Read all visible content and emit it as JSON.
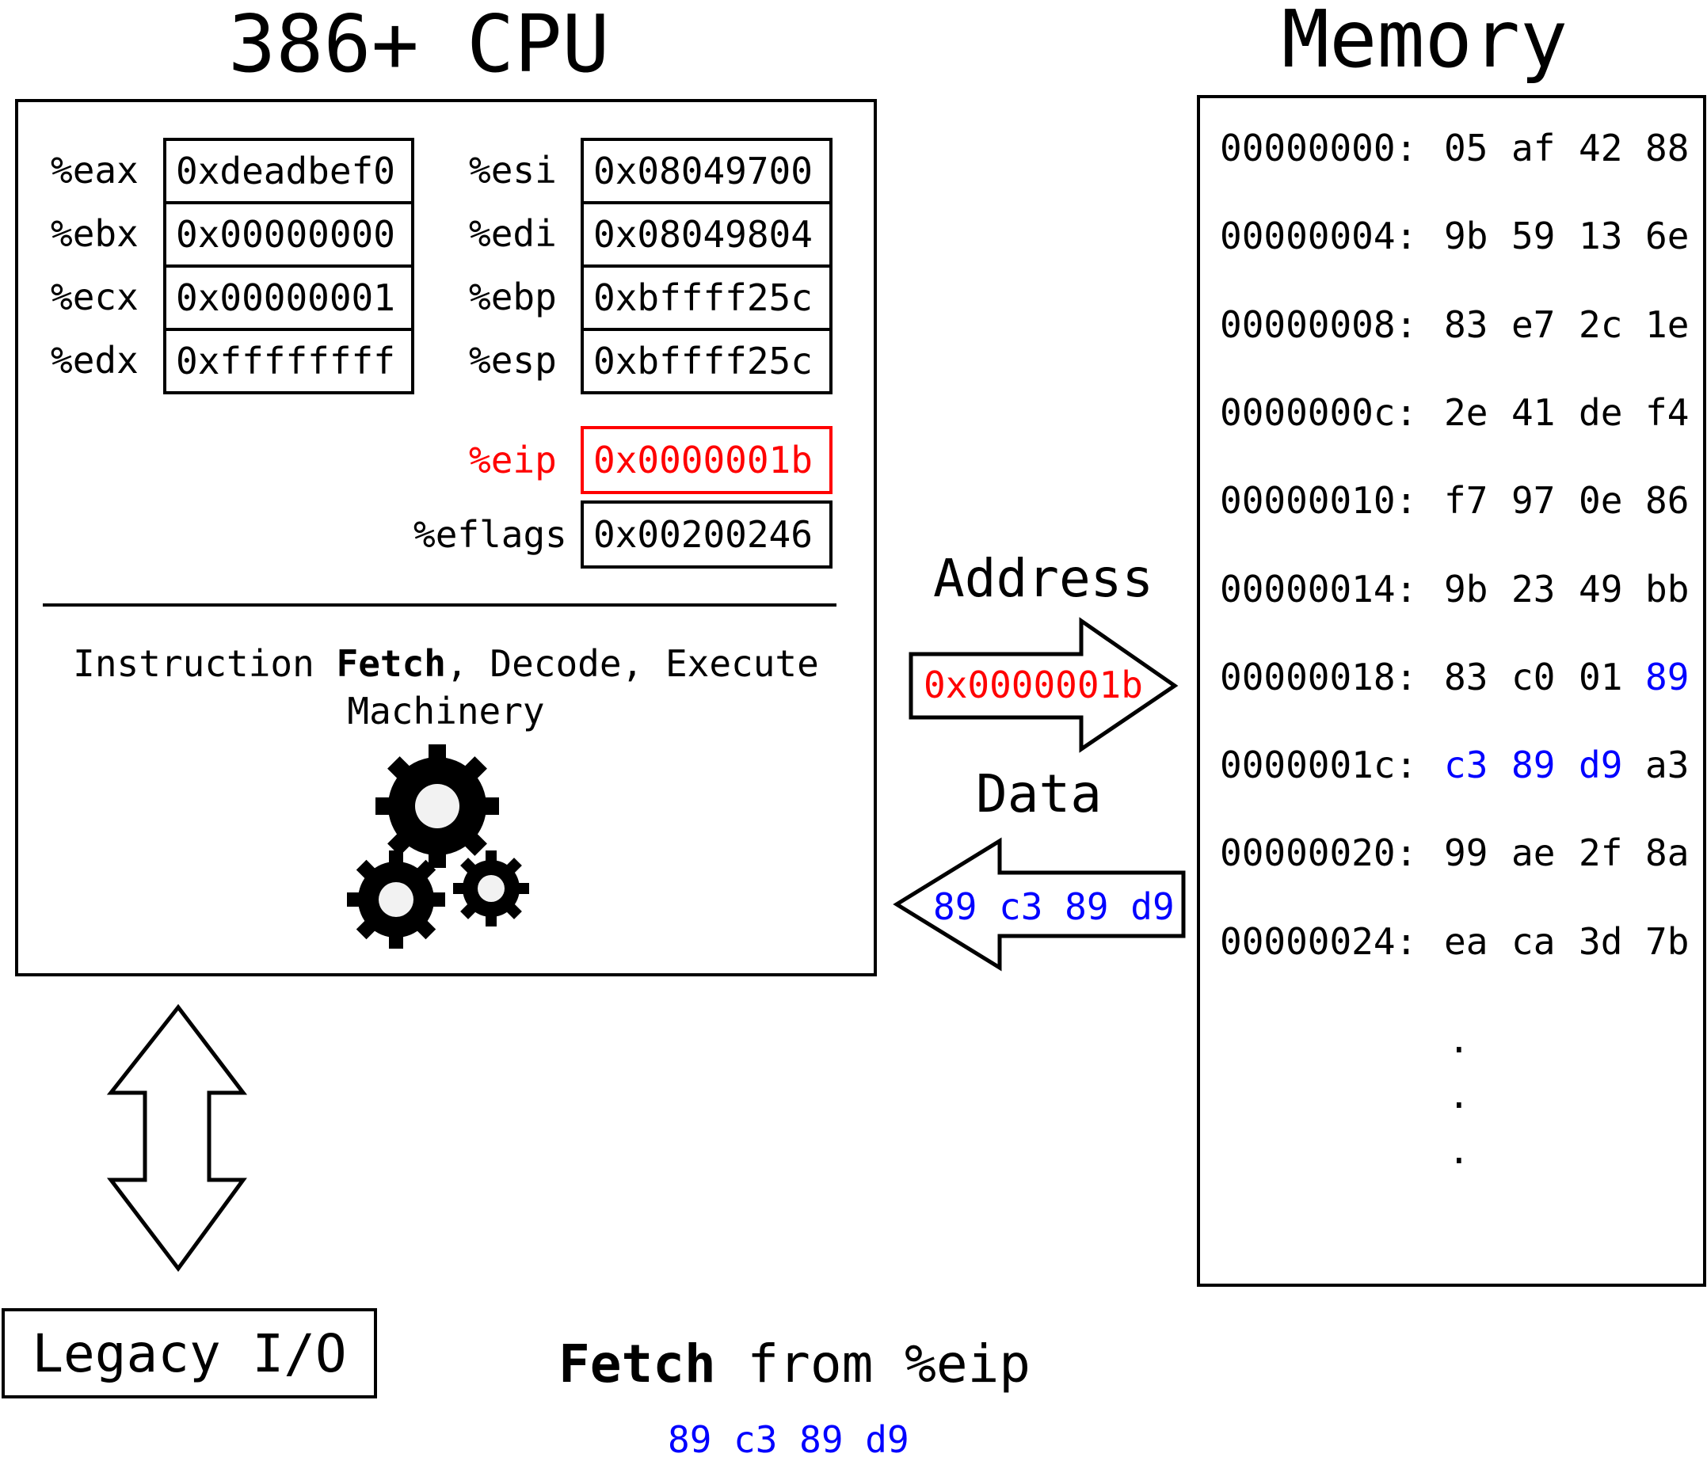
{
  "cpu": {
    "title": "386+ CPU",
    "registers_left": [
      {
        "name": "%eax",
        "value": "0xdeadbef0"
      },
      {
        "name": "%ebx",
        "value": "0x00000000"
      },
      {
        "name": "%ecx",
        "value": "0x00000001"
      },
      {
        "name": "%edx",
        "value": "0xffffffff"
      }
    ],
    "registers_right": [
      {
        "name": "%esi",
        "value": "0x08049700"
      },
      {
        "name": "%edi",
        "value": "0x08049804"
      },
      {
        "name": "%ebp",
        "value": "0xbffff25c"
      },
      {
        "name": "%esp",
        "value": "0xbffff25c"
      }
    ],
    "eip": {
      "name": "%eip",
      "value": "0x0000001b"
    },
    "eflags": {
      "name": "%eflags",
      "value": "0x00200246"
    },
    "machinery": {
      "prefix": "Instruction ",
      "bold": "Fetch",
      "suffix": ", Decode, Execute",
      "line2": "Machinery"
    },
    "gears_icon": "gears-icon"
  },
  "memory": {
    "title": "Memory",
    "rows": [
      {
        "addr": "00000000:",
        "bytes": [
          "05",
          "af",
          "42",
          "88"
        ],
        "highlight": [
          false,
          false,
          false,
          false
        ]
      },
      {
        "addr": "00000004:",
        "bytes": [
          "9b",
          "59",
          "13",
          "6e"
        ],
        "highlight": [
          false,
          false,
          false,
          false
        ]
      },
      {
        "addr": "00000008:",
        "bytes": [
          "83",
          "e7",
          "2c",
          "1e"
        ],
        "highlight": [
          false,
          false,
          false,
          false
        ]
      },
      {
        "addr": "0000000c:",
        "bytes": [
          "2e",
          "41",
          "de",
          "f4"
        ],
        "highlight": [
          false,
          false,
          false,
          false
        ]
      },
      {
        "addr": "00000010:",
        "bytes": [
          "f7",
          "97",
          "0e",
          "86"
        ],
        "highlight": [
          false,
          false,
          false,
          false
        ]
      },
      {
        "addr": "00000014:",
        "bytes": [
          "9b",
          "23",
          "49",
          "bb"
        ],
        "highlight": [
          false,
          false,
          false,
          false
        ]
      },
      {
        "addr": "00000018:",
        "bytes": [
          "83",
          "c0",
          "01",
          "89"
        ],
        "highlight": [
          false,
          false,
          false,
          true
        ]
      },
      {
        "addr": "0000001c:",
        "bytes": [
          "c3",
          "89",
          "d9",
          "a3"
        ],
        "highlight": [
          true,
          true,
          true,
          false
        ]
      },
      {
        "addr": "00000020:",
        "bytes": [
          "99",
          "ae",
          "2f",
          "8a"
        ],
        "highlight": [
          false,
          false,
          false,
          false
        ]
      },
      {
        "addr": "00000024:",
        "bytes": [
          "ea",
          "ca",
          "3d",
          "7b"
        ],
        "highlight": [
          false,
          false,
          false,
          false
        ]
      }
    ],
    "ellipsis": [
      "."
    ]
  },
  "bus": {
    "address_label": "Address",
    "address_value": "0x0000001b",
    "data_label": "Data",
    "data_value": "89 c3 89 d9"
  },
  "io": {
    "label": "Legacy I/O"
  },
  "caption": {
    "bold": "Fetch",
    "rest": " from %eip",
    "bytes": "89 c3 89 d9"
  },
  "colors": {
    "highlight_red": "#ff0000",
    "highlight_blue": "#0000ff"
  }
}
